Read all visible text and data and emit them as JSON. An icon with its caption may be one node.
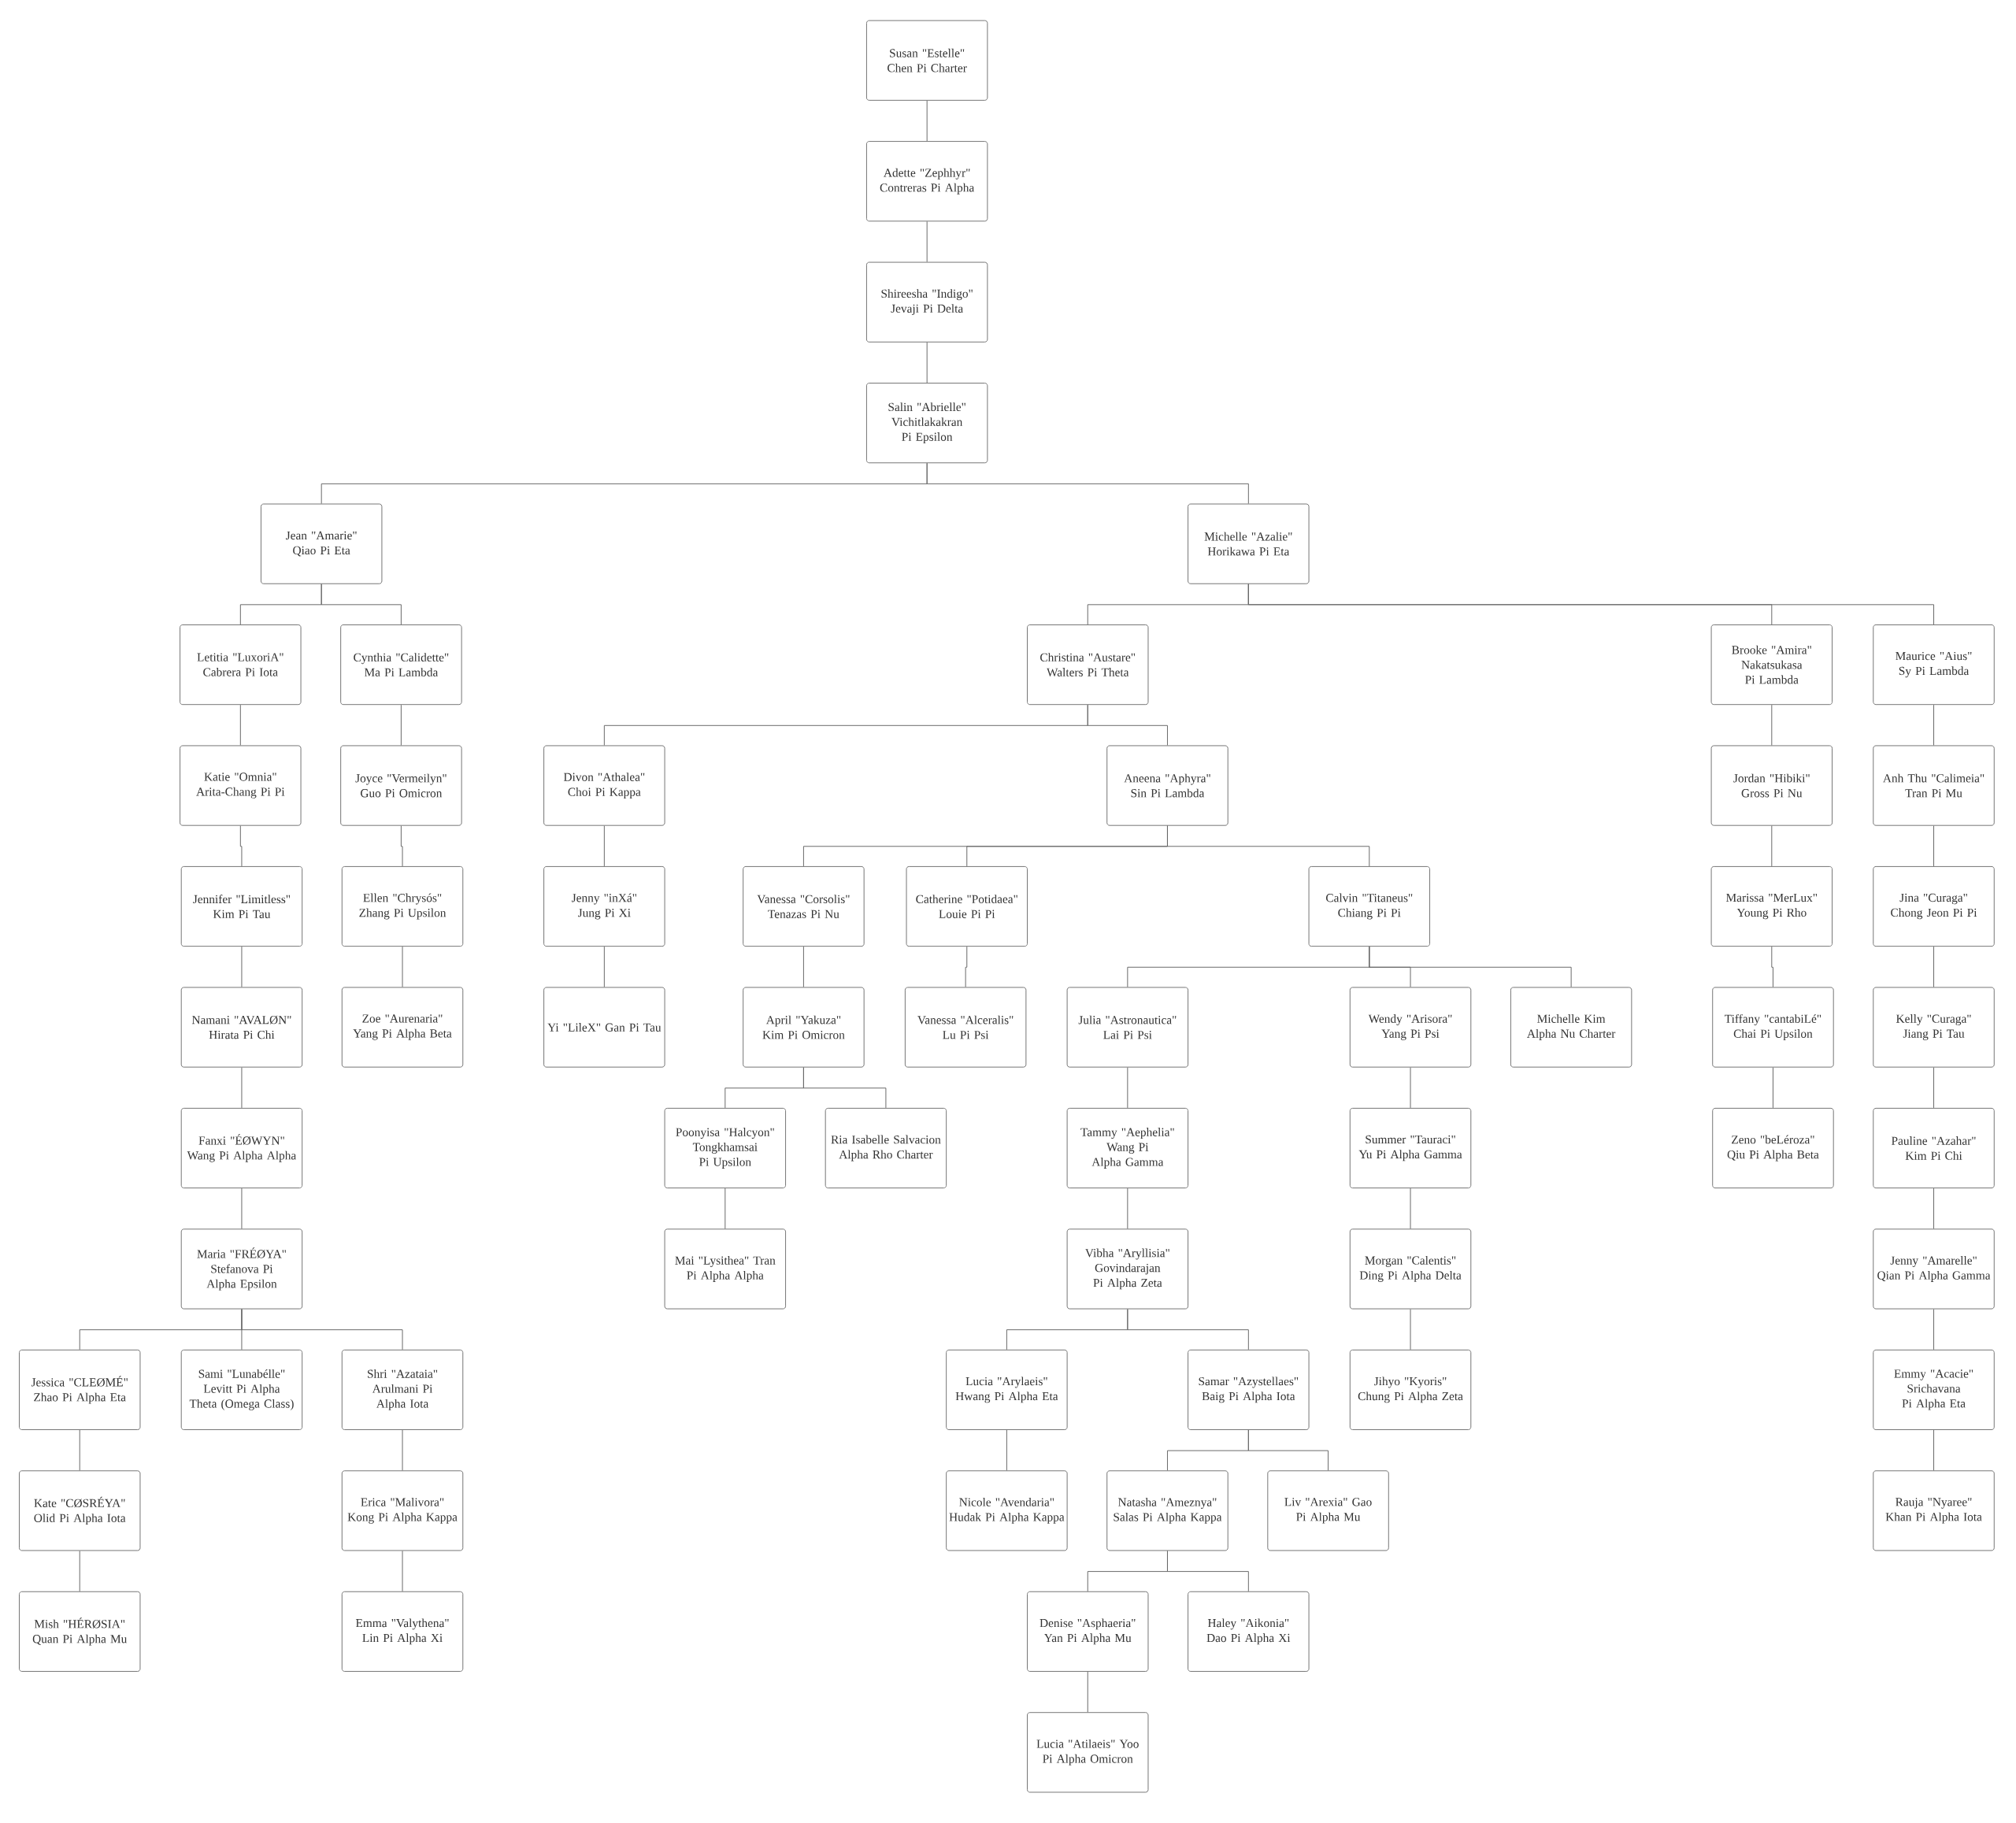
{
  "diagram": {
    "nodes": [
      {
        "text": [
          "Susan \"Estelle\" Chen Pi Charter"
        ]
      },
      {
        "text": [
          "Adette \"Zephhyr\" Contreras Pi Alpha"
        ]
      },
      {
        "text": [
          "Shireesha \"Indigo\" Jevaji Pi Delta"
        ]
      },
      {
        "text": [
          "Salin \"Abrielle\" Vichitlakakran Pi Epsilon"
        ]
      },
      {
        "text": [
          "Jean \"Amarie\" Qiao Pi Eta"
        ]
      },
      {
        "text": [
          "Letitia \"LuxoriA\" Cabrera Pi Iota"
        ]
      },
      {
        "text": [
          "Katie \"Omnia\" Arita-Chang Pi Pi"
        ]
      },
      {
        "text": [
          "Jennifer \"Limitless\" Kim Pi Tau"
        ]
      },
      {
        "text": [
          "Namani \"AVALØN\" Hirata Pi Chi"
        ]
      },
      {
        "text": [
          "Fanxi \"ÉØWYN\" Wang Pi Alpha Alpha"
        ]
      },
      {
        "text": [
          "Maria \"FRÉØYA\" Stefanova Pi Alpha Epsilon"
        ]
      },
      {
        "text": [
          "Jessica \"CLEØMÉ\" Zhao Pi Alpha Eta"
        ]
      },
      {
        "text": [
          "Kate \"CØSRÉYA\" Olid Pi Alpha Iota"
        ]
      },
      {
        "text": [
          "Mish \"HÉRØSIA\" Quan Pi Alpha Mu"
        ]
      },
      {
        "text": [
          "Sami \"Lunabélle\" Levitt Pi Alpha Theta (Omega Class)"
        ]
      },
      {
        "text": [
          "Shri \"Azataia\" Arulmani Pi Alpha Iota"
        ]
      },
      {
        "text": [
          "Erica \"Malivora\" Kong Pi Alpha Kappa"
        ]
      },
      {
        "text": [
          "Emma \"Valythena\" Lin Pi Alpha Xi"
        ]
      },
      {
        "text": [
          "Cynthia \"Calidette\" Ma Pi Lambda"
        ]
      },
      {
        "text": [
          "Joyce \"Vermeilyn\" Guo Pi Omicron"
        ]
      },
      {
        "text": [
          "Ellen \"Chrysós\" Zhang Pi Upsilon"
        ]
      },
      {
        "text": [
          "Zoe \"Aurenaria\" Yang Pi Alpha Beta"
        ]
      },
      {
        "text": [
          "Michelle \"Azalie\" Horikawa Pi Eta"
        ]
      },
      {
        "text": [
          "Christina \"Austare\" Walters Pi Theta"
        ]
      },
      {
        "text": [
          "Divon \"Athalea\" Choi Pi Kappa"
        ]
      },
      {
        "text": [
          "Jenny \"inXá\" Jung Pi Xi"
        ]
      },
      {
        "text": [
          "Yi \"LileX\" Gan Pi Tau"
        ]
      },
      {
        "text": [
          "Aneena \"Aphyra\" Sin Pi Lambda"
        ]
      },
      {
        "text": [
          "Vanessa \"Corsolis\" Tenazas Pi Nu"
        ]
      },
      {
        "text": [
          "April \"Yakuza\" Kim Pi Omicron"
        ]
      },
      {
        "text": [
          "Poonyisa \"Halcyon\" Tongkhamsai Pi Upsilon"
        ]
      },
      {
        "text": [
          "Mai \"Lysithea\" Tran Pi Alpha Alpha"
        ]
      },
      {
        "text": [
          "Ria Isabelle Salvacion Alpha Rho Charter"
        ]
      },
      {
        "text": [
          "Catherine \"Potidaea\" Louie Pi Pi"
        ]
      },
      {
        "text": [
          "Vanessa \"Alceralis\" Lu Pi Psi"
        ]
      },
      {
        "text": [
          "Calvin \"Titaneus\" Chiang Pi Pi"
        ]
      },
      {
        "text": [
          "Julia \"Astronautica\" Lai Pi Psi"
        ]
      },
      {
        "text": [
          "Tammy \"Aephelia\" Wang Pi Alpha Gamma"
        ]
      },
      {
        "text": [
          "Vibha \"Aryllisia\" Govindarajan Pi Alpha Zeta"
        ]
      },
      {
        "text": [
          "Lucia \"Arylaeis\" Hwang Pi Alpha Eta"
        ]
      },
      {
        "text": [
          "Nicole \"Avendaria\" Hudak Pi Alpha Kappa"
        ]
      },
      {
        "text": [
          "Samar \"Azystellaes\" Baig Pi Alpha Iota"
        ]
      },
      {
        "text": [
          "Natasha \"Ameznya\" Salas Pi Alpha Kappa"
        ]
      },
      {
        "text": [
          "Denise \"Asphaeria\" Yan Pi Alpha Mu"
        ]
      },
      {
        "text": [
          "Lucia \"Atilaeis\" Yoo Pi Alpha Omicron"
        ]
      },
      {
        "text": [
          "Haley \"Aikonia\" Dao Pi Alpha Xi"
        ]
      },
      {
        "text": [
          "Liv \"Arexia\" Gao Pi Alpha Mu"
        ]
      },
      {
        "text": [
          "Wendy \"Arisora\" Yang Pi Psi"
        ]
      },
      {
        "text": [
          "Summer \"Tauraci\" Yu Pi Alpha Gamma"
        ]
      },
      {
        "text": [
          "Morgan \"Calentis\" Ding Pi Alpha Delta"
        ]
      },
      {
        "text": [
          "Jihyo \"Kyoris\" Chung Pi Alpha Zeta"
        ]
      },
      {
        "text": [
          "Michelle Kim Alpha Nu Charter"
        ]
      },
      {
        "text": [
          "Brooke \"Amira\" Nakatsukasa Pi Lambda"
        ]
      },
      {
        "text": [
          "Jordan \"Hibiki\" Gross Pi Nu"
        ]
      },
      {
        "text": [
          "Marissa \"MerLux\" Young Pi Rho"
        ]
      },
      {
        "text": [
          "Tiffany \"cantabiLé\" Chai Pi Upsilon"
        ]
      },
      {
        "text": [
          "Zeno \"beLéroza\" Qiu Pi Alpha Beta"
        ]
      },
      {
        "text": [
          "Maurice \"Aius\" Sy Pi Lambda"
        ]
      },
      {
        "text": [
          "Anh Thu \"Calimeia\" Tran Pi Mu"
        ]
      },
      {
        "text": [
          "Jina \"Curaga\" Chong Jeon Pi Pi"
        ]
      },
      {
        "text": [
          "Kelly \"Curaga\" Jiang Pi Tau"
        ]
      },
      {
        "text": [
          "Pauline \"Azahar\" Kim Pi Chi"
        ]
      },
      {
        "text": [
          "Jenny \"Amarelle\" Qian Pi Alpha Gamma"
        ]
      },
      {
        "text": [
          "Emmy \"Acacie\" Srichavana Pi Alpha Eta"
        ]
      },
      {
        "text": [
          "Rauja \"Nyaree\" Khan Pi Alpha Iota"
        ]
      }
    ],
    "edges": [
      {
        "from": 0,
        "to": 1,
        "arrow": "none"
      },
      {
        "from": 1,
        "to": 2,
        "arrow": "none"
      },
      {
        "from": 2,
        "to": 3,
        "arrow": "none"
      },
      {
        "from": 3,
        "to": 4,
        "arrow": "none"
      },
      {
        "from": 3,
        "to": 22,
        "arrow": "none"
      },
      {
        "from": 4,
        "to": 5,
        "arrow": "none"
      },
      {
        "from": 4,
        "to": 18,
        "arrow": "none"
      },
      {
        "from": 5,
        "to": 6,
        "arrow": "none"
      },
      {
        "from": 6,
        "to": 7,
        "arrow": "none"
      },
      {
        "from": 7,
        "to": 8,
        "arrow": "none"
      },
      {
        "from": 8,
        "to": 9,
        "arrow": "none"
      },
      {
        "from": 9,
        "to": 10,
        "arrow": "none"
      },
      {
        "from": 10,
        "to": 11,
        "arrow": "none"
      },
      {
        "from": 10,
        "to": 14,
        "arrow": "none"
      },
      {
        "from": 10,
        "to": 15,
        "arrow": "none"
      },
      {
        "from": 11,
        "to": 12,
        "arrow": "none"
      },
      {
        "from": 12,
        "to": 13,
        "arrow": "none"
      },
      {
        "from": 15,
        "to": 16,
        "arrow": "none"
      },
      {
        "from": 16,
        "to": 17,
        "arrow": "none"
      },
      {
        "from": 18,
        "to": 19,
        "arrow": "none"
      },
      {
        "from": 19,
        "to": 20,
        "arrow": "none"
      },
      {
        "from": 20,
        "to": 21,
        "arrow": "none"
      },
      {
        "from": 22,
        "to": 23,
        "arrow": "none"
      },
      {
        "from": 22,
        "to": 52,
        "arrow": "none"
      },
      {
        "from": 22,
        "to": 57,
        "arrow": "none"
      },
      {
        "from": 23,
        "to": 24,
        "arrow": "none"
      },
      {
        "from": 23,
        "to": 27,
        "arrow": "none"
      },
      {
        "from": 24,
        "to": 25,
        "arrow": "none"
      },
      {
        "from": 25,
        "to": 26,
        "arrow": "none"
      },
      {
        "from": 27,
        "to": 28,
        "arrow": "none"
      },
      {
        "from": 27,
        "to": 33,
        "arrow": "none"
      },
      {
        "from": 27,
        "to": 35,
        "arrow": "none"
      },
      {
        "from": 28,
        "to": 29,
        "arrow": "none"
      },
      {
        "from": 29,
        "to": 30,
        "arrow": "none"
      },
      {
        "from": 29,
        "to": 32,
        "arrow": "none"
      },
      {
        "from": 30,
        "to": 31,
        "arrow": "none"
      },
      {
        "from": 33,
        "to": 34,
        "arrow": "none"
      },
      {
        "from": 35,
        "to": 36,
        "arrow": "none"
      },
      {
        "from": 35,
        "to": 47,
        "arrow": "none"
      },
      {
        "from": 35,
        "to": 51,
        "arrow": "none"
      },
      {
        "from": 36,
        "to": 37,
        "arrow": "none"
      },
      {
        "from": 37,
        "to": 38,
        "arrow": "none"
      },
      {
        "from": 38,
        "to": 39,
        "arrow": "none"
      },
      {
        "from": 38,
        "to": 41,
        "arrow": "none"
      },
      {
        "from": 39,
        "to": 40,
        "arrow": "none"
      },
      {
        "from": 41,
        "to": 42,
        "arrow": "none"
      },
      {
        "from": 41,
        "to": 46,
        "arrow": "none"
      },
      {
        "from": 42,
        "to": 43,
        "arrow": "none"
      },
      {
        "from": 42,
        "to": 45,
        "arrow": "none"
      },
      {
        "from": 43,
        "to": 44,
        "arrow": "none"
      },
      {
        "from": 47,
        "to": 48,
        "arrow": "none"
      },
      {
        "from": 48,
        "to": 49,
        "arrow": "none"
      },
      {
        "from": 49,
        "to": 50,
        "arrow": "none"
      },
      {
        "from": 52,
        "to": 53,
        "arrow": "none"
      },
      {
        "from": 53,
        "to": 54,
        "arrow": "none"
      },
      {
        "from": 54,
        "to": 55,
        "arrow": "none"
      },
      {
        "from": 55,
        "to": 56,
        "arrow": "none"
      },
      {
        "from": 57,
        "to": 58,
        "arrow": "none"
      },
      {
        "from": 58,
        "to": 59,
        "arrow": "none"
      },
      {
        "from": 59,
        "to": 60,
        "arrow": "none"
      },
      {
        "from": 60,
        "to": 61,
        "arrow": "none"
      },
      {
        "from": 61,
        "to": 62,
        "arrow": "none"
      },
      {
        "from": 62,
        "to": 63,
        "arrow": "none"
      },
      {
        "from": 63,
        "to": 64,
        "arrow": "none"
      }
    ]
  }
}
